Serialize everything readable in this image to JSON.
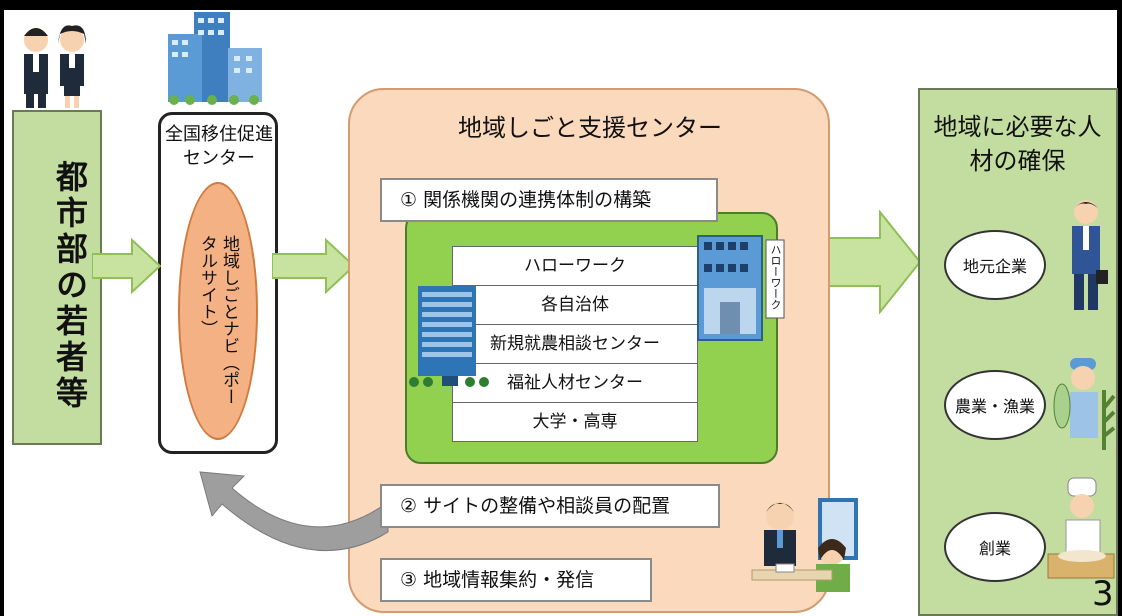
{
  "youth": {
    "label": "都市部の若者等"
  },
  "national_center": {
    "title": "全国移住促進センター",
    "portal": "地域しごとナビ（ポータルサイト）"
  },
  "support_center": {
    "title": "地域しごと支援センター",
    "step1": "① 関係機関の連携体制の構築",
    "step2": "② サイトの整備や相談員の配置",
    "step3": "③ 地域情報集約・発信",
    "orgs": [
      "ハローワーク",
      "各自治体",
      "新規就農相談センター",
      "福祉人材センター",
      "大学・高専"
    ],
    "building_sign": "ハローワーク"
  },
  "talent": {
    "title": "地域に必要な人材の確保",
    "items": [
      "地元企業",
      "農業・漁業",
      "創業"
    ]
  },
  "page_number": "3"
}
